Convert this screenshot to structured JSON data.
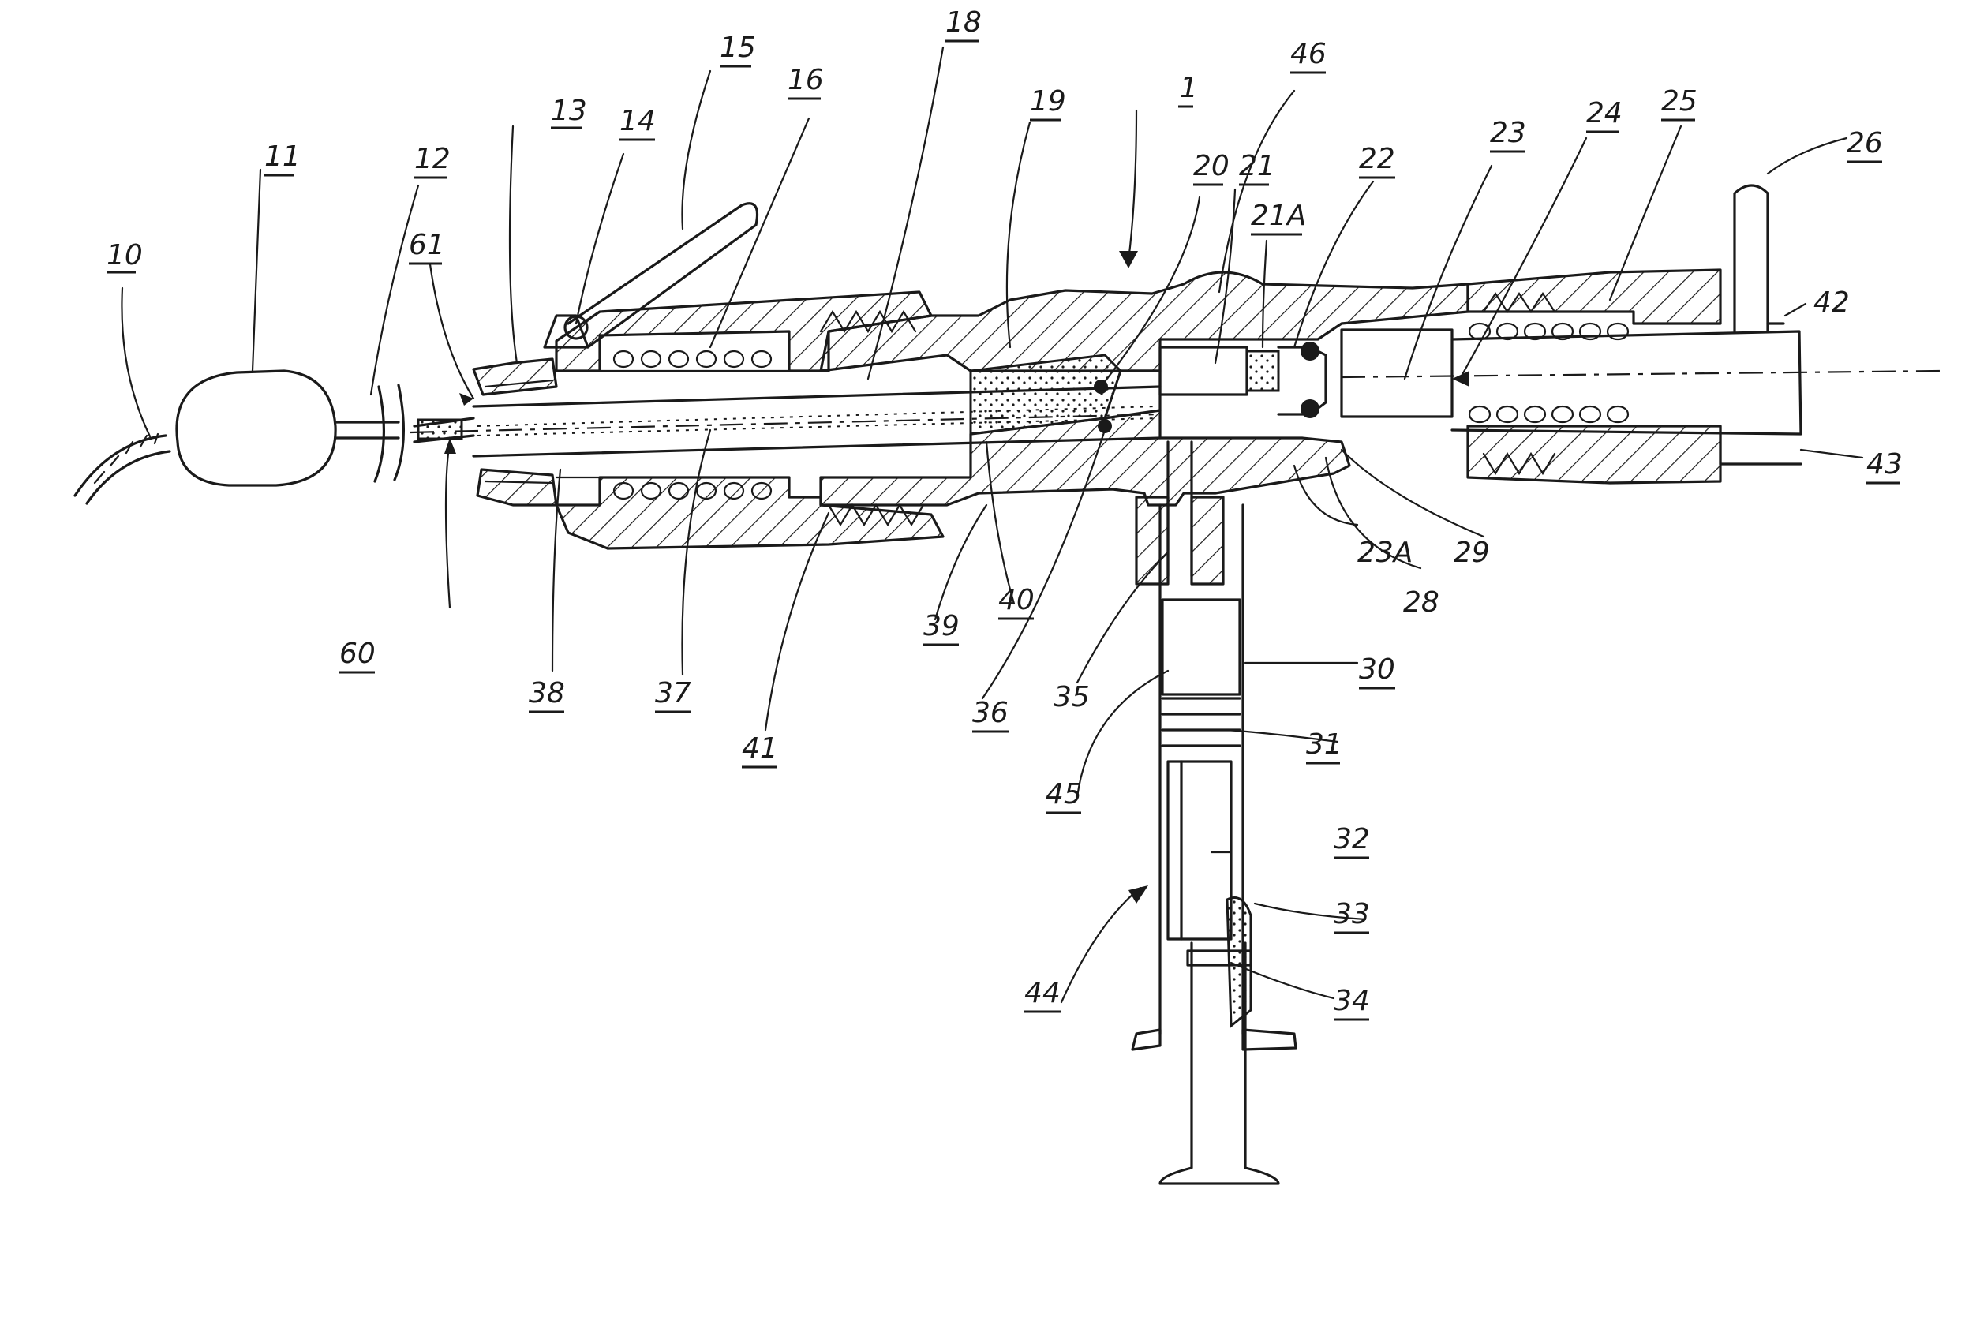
{
  "labels": [
    {
      "id": "10",
      "text": "10",
      "underlined": true
    },
    {
      "id": "11",
      "text": "11",
      "underlined": true
    },
    {
      "id": "12",
      "text": "12",
      "underlined": true
    },
    {
      "id": "13",
      "text": "13",
      "underlined": true
    },
    {
      "id": "14",
      "text": "14",
      "underlined": true
    },
    {
      "id": "15",
      "text": "15",
      "underlined": true
    },
    {
      "id": "16",
      "text": "16",
      "underlined": true
    },
    {
      "id": "18",
      "text": "18",
      "underlined": true
    },
    {
      "id": "19",
      "text": "19",
      "underlined": true
    },
    {
      "id": "1",
      "text": "1",
      "underlined": true
    },
    {
      "id": "46",
      "text": "46",
      "underlined": true
    },
    {
      "id": "20",
      "text": "20",
      "underlined": true
    },
    {
      "id": "21",
      "text": "21",
      "underlined": true
    },
    {
      "id": "21A",
      "text": "21A",
      "underlined": true
    },
    {
      "id": "22",
      "text": "22",
      "underlined": true
    },
    {
      "id": "23",
      "text": "23",
      "underlined": true
    },
    {
      "id": "24",
      "text": "24",
      "underlined": true
    },
    {
      "id": "25",
      "text": "25",
      "underlined": true
    },
    {
      "id": "26",
      "text": "26",
      "underlined": true
    },
    {
      "id": "42",
      "text": "42",
      "underlined": false
    },
    {
      "id": "43",
      "text": "43",
      "underlined": true
    },
    {
      "id": "61",
      "text": "61",
      "underlined": true
    },
    {
      "id": "60",
      "text": "60",
      "underlined": true
    },
    {
      "id": "38",
      "text": "38",
      "underlined": true
    },
    {
      "id": "37",
      "text": "37",
      "underlined": true
    },
    {
      "id": "41",
      "text": "41",
      "underlined": true
    },
    {
      "id": "39",
      "text": "39",
      "underlined": true
    },
    {
      "id": "40",
      "text": "40",
      "underlined": true
    },
    {
      "id": "36",
      "text": "36",
      "underlined": true
    },
    {
      "id": "35",
      "text": "35",
      "underlined": false
    },
    {
      "id": "23A",
      "text": "23A",
      "underlined": false
    },
    {
      "id": "29",
      "text": "29",
      "underlined": false
    },
    {
      "id": "28",
      "text": "28",
      "underlined": false
    },
    {
      "id": "30",
      "text": "30",
      "underlined": true
    },
    {
      "id": "31",
      "text": "31",
      "underlined": true
    },
    {
      "id": "45",
      "text": "45",
      "underlined": true
    },
    {
      "id": "32",
      "text": "32",
      "underlined": true
    },
    {
      "id": "33",
      "text": "33",
      "underlined": true
    },
    {
      "id": "34",
      "text": "34",
      "underlined": true
    },
    {
      "id": "44",
      "text": "44",
      "underlined": true
    }
  ]
}
